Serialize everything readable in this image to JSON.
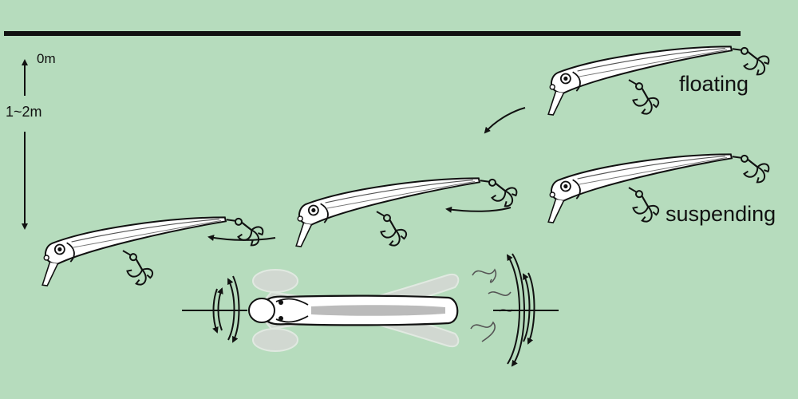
{
  "labels": {
    "surface_depth": "0m",
    "dive_depth": "1~2m",
    "floating": "floating",
    "suspending": "suspending"
  },
  "colors": {
    "background": "#b6dcbd",
    "ink": "#111111",
    "lure_body": "#ffffff",
    "lure_ghost": "#d4d8d4"
  },
  "icons": [
    "minnow-lure-icon",
    "treble-hook-icon",
    "curved-arrow-icon",
    "rotation-arrow-icon",
    "water-wake-icon"
  ]
}
